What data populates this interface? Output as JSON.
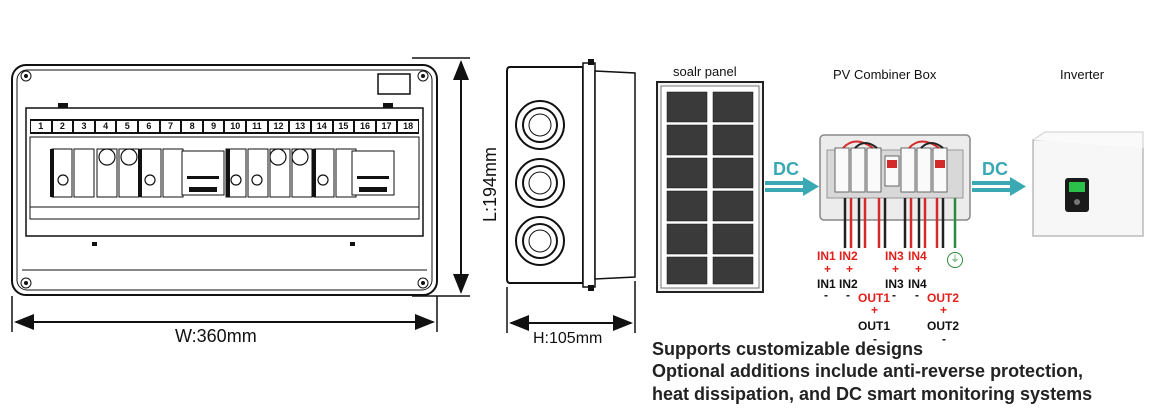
{
  "front_view": {
    "slot_numbers": [
      "1",
      "2",
      "3",
      "4",
      "5",
      "6",
      "7",
      "8",
      "9",
      "10",
      "11",
      "12",
      "13",
      "14",
      "15",
      "16",
      "17",
      "18"
    ],
    "width_label": "W:360mm",
    "height_label": "L:194mm"
  },
  "side_view": {
    "depth_label": "H:105mm"
  },
  "flow": {
    "panel_title": "soalr panel",
    "combiner_title": "PV Combiner Box",
    "inverter_title": "Inverter",
    "arrow1_label": "DC",
    "arrow2_label": "DC"
  },
  "terminals": {
    "in1_red": "IN1",
    "in2_red": "IN2",
    "in3_red": "IN3",
    "in4_red": "IN4",
    "plus": "+",
    "minus": "-",
    "in1_blk": "IN1",
    "in2_blk": "IN2",
    "in3_blk": "IN3",
    "in4_blk": "IN4",
    "out1_red": "OUT1",
    "out2_red": "OUT2",
    "out1_blk": "OUT1",
    "out2_blk": "OUT2"
  },
  "caption": {
    "line1": "Supports customizable designs",
    "line2": "Optional additions include anti-reverse protection,",
    "line3": "heat dissipation, and DC smart monitoring systems"
  },
  "colors": {
    "accent_arrow": "#3aa9b4",
    "red": "#e0201b",
    "line": "#111111"
  }
}
